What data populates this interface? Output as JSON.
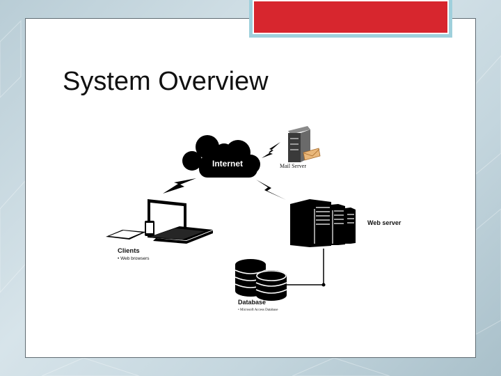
{
  "slide": {
    "title": "System Overview"
  },
  "diagram": {
    "internet_label": "Internet",
    "mail_server_label": "Mail Server",
    "web_server_label": "Web server",
    "clients_label": "Clients",
    "clients_detail": "• Web browsers",
    "database_label": "Database",
    "database_detail": "• Microsoft Access Database"
  },
  "colors": {
    "accent": "#d7262e",
    "accent_border": "#9fd0dc",
    "icon": "#000000"
  }
}
